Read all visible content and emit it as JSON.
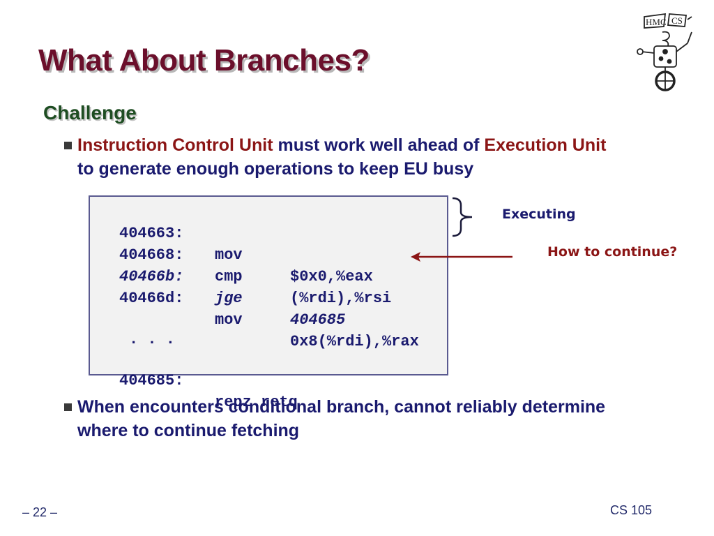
{
  "slide": {
    "title": "What About Branches?",
    "subhead": "Challenge",
    "bullet1": {
      "part1": "Instruction Control Unit",
      "part2": " must work well ahead of ",
      "part3": "Execution Unit",
      "line2": "to generate enough operations to keep EU busy"
    },
    "code": [
      {
        "addr": "404663:",
        "op": "mov",
        "args": "$0x0,%eax"
      },
      {
        "addr": "404668:",
        "op": "cmp",
        "args": "(%rdi),%rsi"
      },
      {
        "addr": "40466b:",
        "op": "jge",
        "args": "404685"
      },
      {
        "addr": "40466d:",
        "op": "mov",
        "args": "0x8(%rdi),%rax"
      },
      {
        "ellipsis": ". . ."
      },
      {
        "addr": "404685:",
        "op": "repz retq"
      }
    ],
    "executing_label": "Executing",
    "continue_label": "How to continue?",
    "bullet2": {
      "line1": "When encounters conditional branch, cannot reliably determine",
      "line2": "where to continue fetching"
    },
    "page_number": "– 22 –",
    "course": "CS 105"
  },
  "colors": {
    "title": "#6b0f2b",
    "subhead": "#1e4d22",
    "body_text": "#1a1a6e",
    "highlight_red": "#8b1515",
    "code_bg": "#f2f2f2"
  },
  "logo": {
    "text": [
      "HMC",
      "CS"
    ]
  }
}
